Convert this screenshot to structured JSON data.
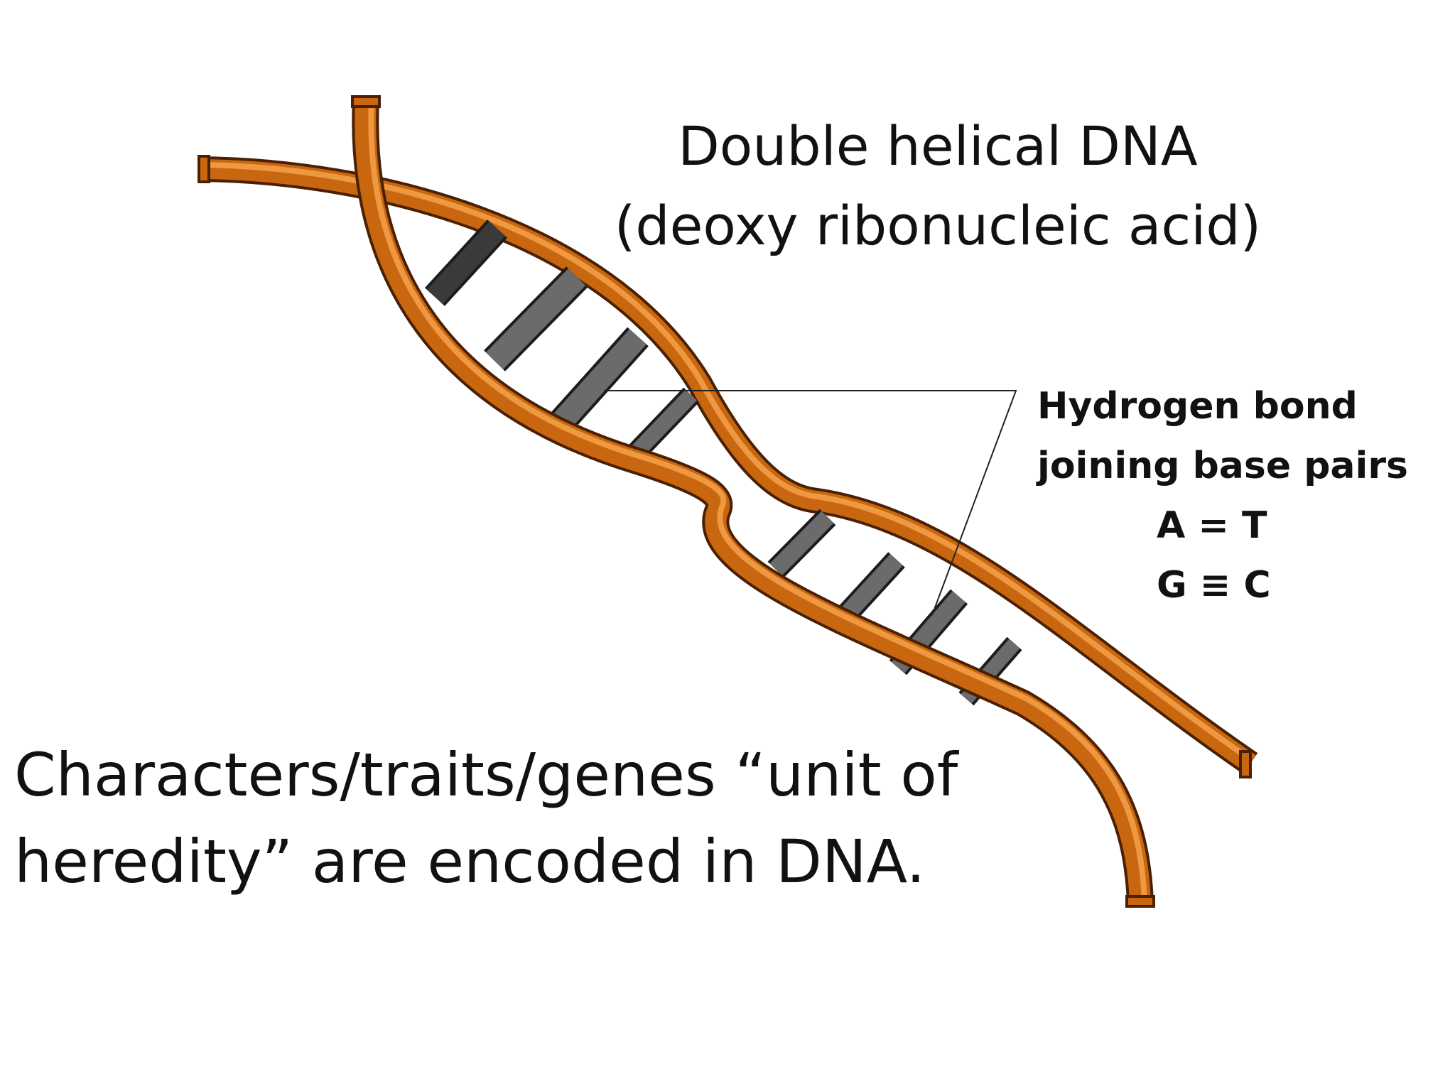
{
  "title": {
    "line1": "Double helical DNA",
    "line2": "(deoxy ribonucleic acid)"
  },
  "hydrogen_label": {
    "line1": "Hydrogen bond",
    "line2": "joining base pairs",
    "pair1": "A = T",
    "pair2": "G ≡ C"
  },
  "caption": {
    "line1": "Characters/traits/genes “unit of",
    "line2": "heredity” are encoded in DNA."
  },
  "colors": {
    "strand_dark": "#5a2a08",
    "strand_mid": "#c8670f",
    "strand_light": "#f6a54a",
    "base_pair": "#6b6b6b",
    "base_pair_dark": "#3a3a3a"
  }
}
